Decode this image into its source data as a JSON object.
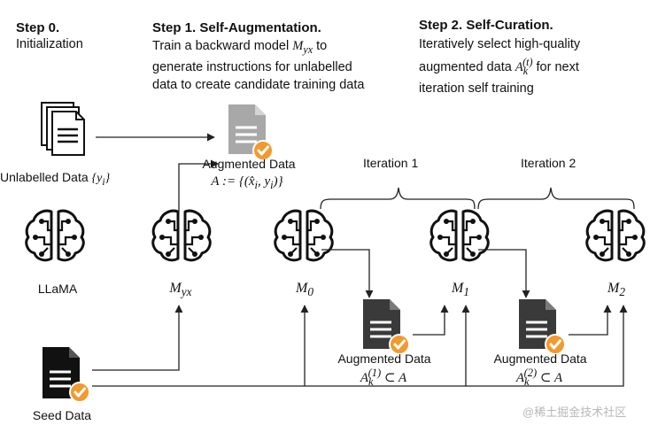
{
  "steps": {
    "step0": {
      "title": "Step 0.",
      "desc": "Initialization"
    },
    "step1": {
      "title": "Step 1. Self-Augmentation.",
      "desc": "Train a backward model M_yx to\ngenerate instructions for unlabelled\ndata to create candidate training data"
    },
    "step2": {
      "title": "Step 2. Self-Curation.",
      "desc": "Iteratively select high-quality\naugmented data A_k^(t) for next\niteration self training"
    }
  },
  "nodes": {
    "unlabelled": "Unlabelled Data {y_i}",
    "augmented": "Augmented Data",
    "augmented_formula": "A := {(x̂_i, y_i)}",
    "llama": "LLaMA",
    "myx": "M_yx",
    "m0": "M_0",
    "m1": "M_1",
    "m2": "M_2",
    "seed": "Seed Data",
    "aug1": "Augmented Data",
    "aug1_formula": "A_k^(1) ⊂ A",
    "aug2": "Augmented Data",
    "aug2_formula": "A_k^(2) ⊂ A"
  },
  "iterations": [
    "Iteration 1",
    "Iteration 2"
  ],
  "watermark": "@稀土掘金技术社区",
  "icons": {
    "brain": "brain-circuit-icon",
    "doc": "document-icon",
    "check": "check-badge-icon"
  },
  "colors": {
    "dark_doc": "#3a3a3a",
    "gray_doc": "#a8a8a8",
    "check": "#f29a2e",
    "line": "#222222"
  }
}
